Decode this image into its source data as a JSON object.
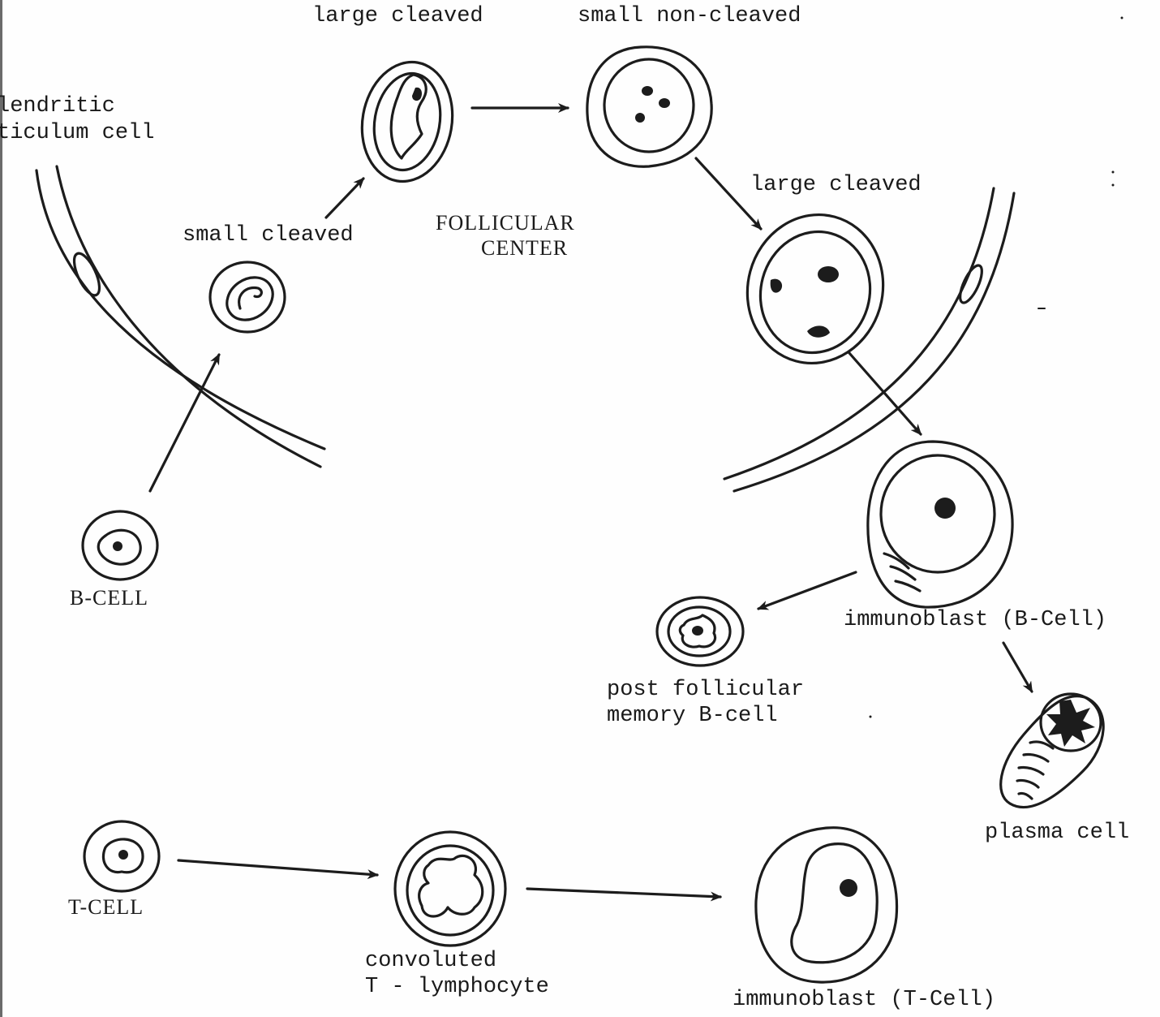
{
  "labels": {
    "large_cleaved_top": "large cleaved",
    "small_non_cleaved": "small non-cleaved",
    "dendritic_line1": "lendritic",
    "dendritic_line2": "ticulum cell",
    "small_cleaved": "small cleaved",
    "follicular_line1": "FOLLICULAR",
    "follicular_line2": "CENTER",
    "large_cleaved_right": "large cleaved",
    "b_cell": "B-CELL",
    "immunoblast_b": "immunoblast (B-Cell)",
    "post_follicular_line1": "post follicular",
    "post_follicular_line2": "memory B-cell",
    "plasma_cell": "plasma cell",
    "t_cell": "T-CELL",
    "convoluted_line1": "convoluted",
    "convoluted_line2": "T - lymphocyte",
    "immunoblast_t": "immunoblast (T-Cell)"
  },
  "colors": {
    "ink": "#1c1c1c",
    "paper": "#fefefe"
  }
}
